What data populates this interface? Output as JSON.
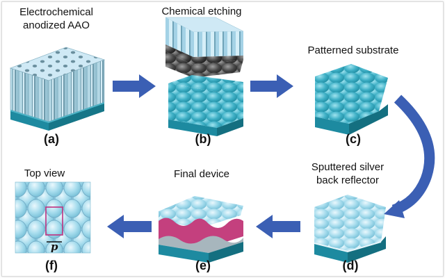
{
  "steps": {
    "a": {
      "label": "Electrochemical\nanodized AAO",
      "tag": "(a)"
    },
    "b": {
      "label": "Chemical etching",
      "tag": "(b)"
    },
    "c": {
      "label": "Patterned substrate",
      "tag": "(c)"
    },
    "d": {
      "label": "Sputtered silver\nback reflector",
      "tag": "(d)"
    },
    "e": {
      "label": "Final device",
      "tag": "(e)"
    },
    "f": {
      "label": "Top view",
      "tag": "(f)",
      "period_symbol": "p"
    }
  },
  "colors": {
    "arrow": "#3b5fb4",
    "aao_top": "#cfe9f5",
    "aao_side": "#9cc7d8",
    "substrate_top": "#4ab5c8",
    "substrate_side": "#1f8fa3",
    "base": "#1d8aa0",
    "silver_top": "#a9dcec",
    "absorber": "#c4407e",
    "unit_cell": "#c0307f"
  }
}
